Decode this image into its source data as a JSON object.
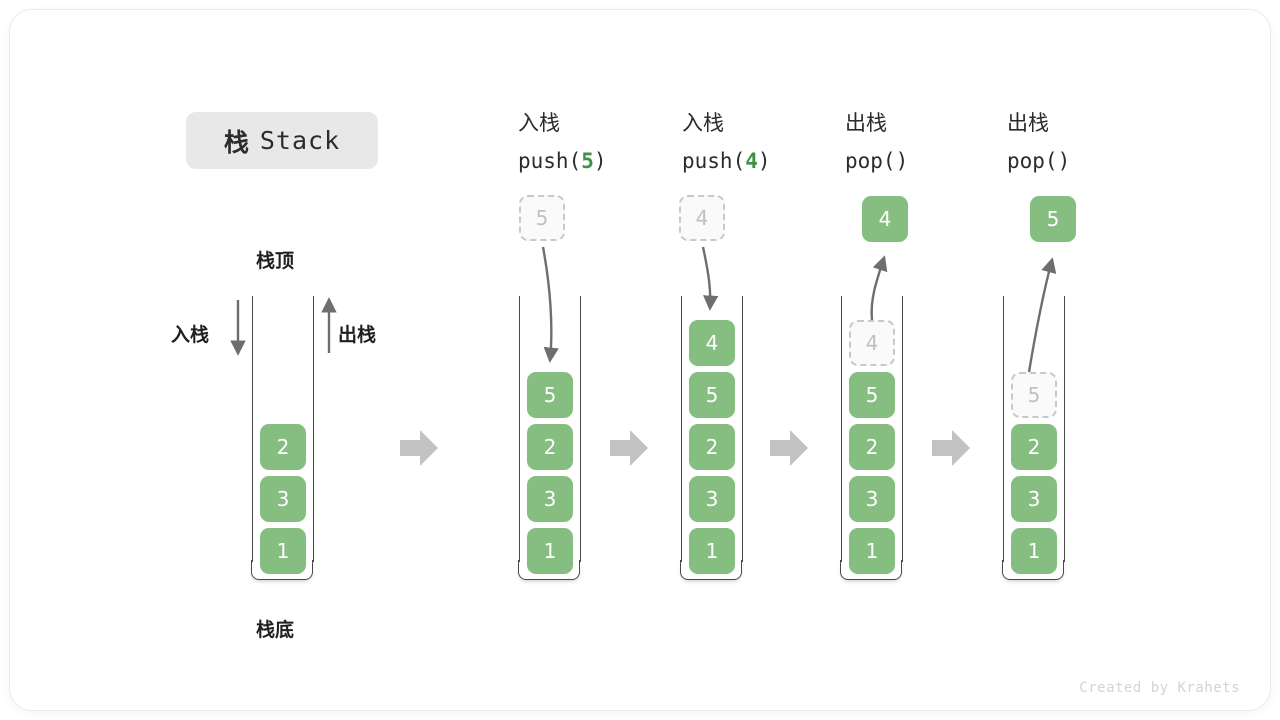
{
  "title": {
    "cn": "栈",
    "en": "Stack"
  },
  "credit": "Created by Krahets",
  "annotations": {
    "top": "栈顶",
    "bottom": "栈底",
    "push": "入栈",
    "pop": "出栈"
  },
  "colors": {
    "cell_fill": "#86bd80",
    "cell_text": "#ffffff",
    "ghost_border": "#c8c8c8",
    "ghost_text": "#c0c0c0",
    "accent_number": "#3f9142",
    "arrow_gray": "#6e6e6e",
    "separator_arrow": "#c2c2c2",
    "badge_bg": "#e8e8e8"
  },
  "stages": [
    {
      "id": "initial",
      "op_cn": "",
      "op_code": "",
      "op_code_num": "",
      "floating": null,
      "cells": [
        {
          "value": "2",
          "state": "solid"
        },
        {
          "value": "3",
          "state": "solid"
        },
        {
          "value": "1",
          "state": "solid"
        }
      ]
    },
    {
      "id": "push-5",
      "op_cn": "入栈",
      "op_code_prefix": "push(",
      "op_code_num": "5",
      "op_code_suffix": ")",
      "floating": {
        "value": "5",
        "state": "ghost",
        "direction": "in"
      },
      "cells": [
        {
          "value": "5",
          "state": "solid"
        },
        {
          "value": "2",
          "state": "solid"
        },
        {
          "value": "3",
          "state": "solid"
        },
        {
          "value": "1",
          "state": "solid"
        }
      ]
    },
    {
      "id": "push-4",
      "op_cn": "入栈",
      "op_code_prefix": "push(",
      "op_code_num": "4",
      "op_code_suffix": ")",
      "floating": {
        "value": "4",
        "state": "ghost",
        "direction": "in"
      },
      "cells": [
        {
          "value": "4",
          "state": "solid"
        },
        {
          "value": "5",
          "state": "solid"
        },
        {
          "value": "2",
          "state": "solid"
        },
        {
          "value": "3",
          "state": "solid"
        },
        {
          "value": "1",
          "state": "solid"
        }
      ]
    },
    {
      "id": "pop-4",
      "op_cn": "出栈",
      "op_code_prefix": "pop(",
      "op_code_num": "",
      "op_code_suffix": ")",
      "floating": {
        "value": "4",
        "state": "solid",
        "direction": "out"
      },
      "cells": [
        {
          "value": "4",
          "state": "ghost"
        },
        {
          "value": "5",
          "state": "solid"
        },
        {
          "value": "2",
          "state": "solid"
        },
        {
          "value": "3",
          "state": "solid"
        },
        {
          "value": "1",
          "state": "solid"
        }
      ]
    },
    {
      "id": "pop-5",
      "op_cn": "出栈",
      "op_code_prefix": "pop(",
      "op_code_num": "",
      "op_code_suffix": ")",
      "floating": {
        "value": "5",
        "state": "solid",
        "direction": "out"
      },
      "cells": [
        {
          "value": "",
          "state": "empty"
        },
        {
          "value": "5",
          "state": "ghost"
        },
        {
          "value": "2",
          "state": "solid"
        },
        {
          "value": "3",
          "state": "solid"
        },
        {
          "value": "1",
          "state": "solid"
        }
      ]
    }
  ],
  "stage_labels": {
    "s1_cn": "入栈",
    "s1_code_a": "push(",
    "s1_code_n": "5",
    "s1_code_b": ")",
    "s2_cn": "入栈",
    "s2_code_a": "push(",
    "s2_code_n": "4",
    "s2_code_b": ")",
    "s3_cn": "出栈",
    "s3_code": "pop()",
    "s4_cn": "出栈",
    "s4_code": "pop()"
  }
}
